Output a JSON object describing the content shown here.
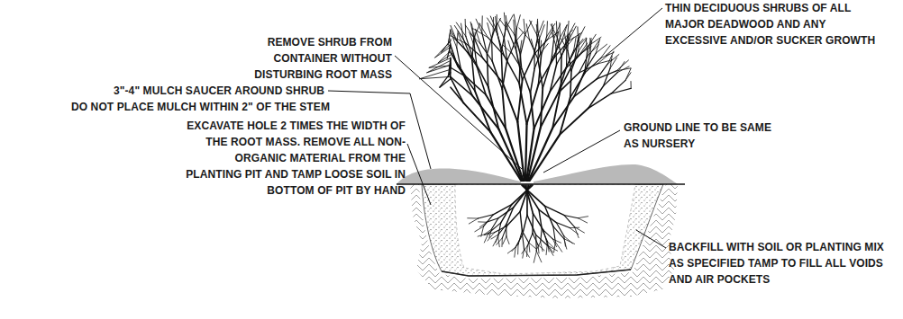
{
  "diagram": {
    "labels": [
      "THIN DECIDUOUS SHRUBS OF ALL MAJOR DEADWOOD AND ANY EXCESSIVE AND/OR SUCKER GROWTH",
      "REMOVE SHRUB FROM CONTAINER WITHOUT DISTURBING ROOT MASS",
      "3\"-4\" MULCH SAUCER AROUND SHRUB",
      "DO NOT PLACE MULCH WITHIN 2\" OF THE STEM",
      "GROUND LINE TO BE SAME AS NURSERY",
      "EXCAVATE HOLE 2 TIMES THE WIDTH OF THE ROOT MASS. REMOVE ALL NON-ORGANIC MATERIAL FROM THE PLANTING PIT AND TAMP LOOSE SOIL IN BOTTOM OF PIT BY HAND",
      "BACKFILL WITH SOIL OR PLANTING MIX AS SPECIFIED TAMP TO FILL ALL VOIDS AND AIR POCKETS"
    ]
  }
}
